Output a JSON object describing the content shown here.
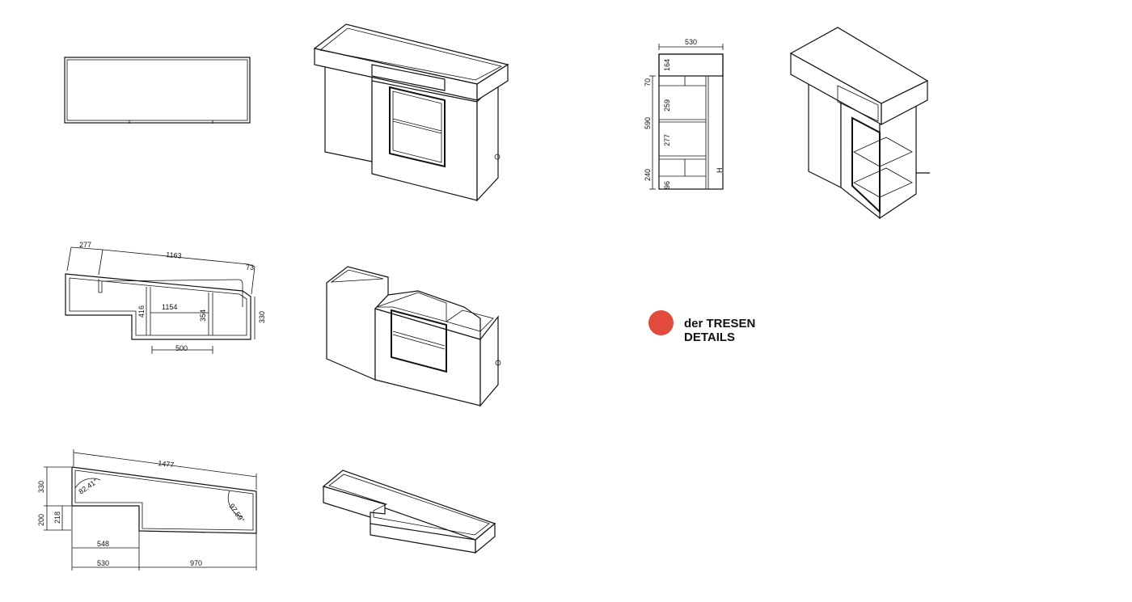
{
  "title": {
    "line1": "der TRESEN",
    "line2": "DETAILS",
    "dot_color": "#e24a3b"
  },
  "dimensions": {
    "side": {
      "width": "530",
      "top_box": "164",
      "gap": "70",
      "upper_shelf": "259",
      "total_height": "590",
      "lower_shelf": "277",
      "base": "240",
      "plinth": "96",
      "marker": "H"
    },
    "plan_middle": {
      "left": "277",
      "top": "1163",
      "right": "73",
      "inner_width": "1154",
      "depth_left": "416",
      "depth_right": "354",
      "side": "330",
      "bottom": "500"
    },
    "plan_bottom": {
      "top": "1477",
      "angle_left": "82.41°",
      "angle_right": "97.59°",
      "height_upper": "330",
      "height_lower": "200",
      "step": "218",
      "inner_width": "548",
      "left_width": "530",
      "right_width": "970"
    }
  }
}
